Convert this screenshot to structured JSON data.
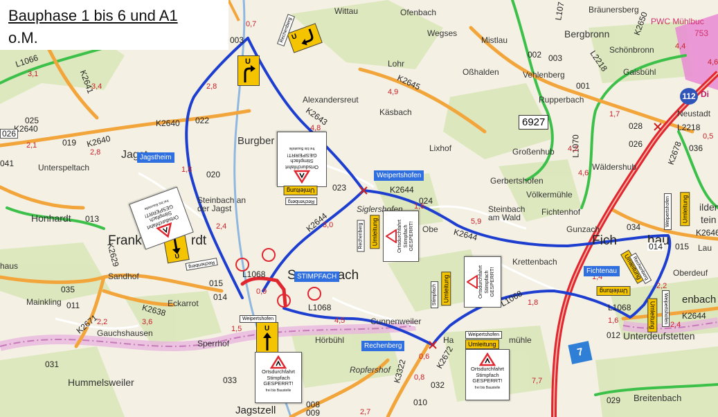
{
  "title": "Bauphase 1 bis 6 und A1",
  "subtitle": "o.M.",
  "colors": {
    "detour_route": "#1d3ecf",
    "closure": "#e0262f",
    "motorway": "#e0262f",
    "main_road": "#f2a53b",
    "green_route": "#3cc04a",
    "forest": "#d9e6b8",
    "background": "#f4f1e4",
    "sign_yellow": "#f5c400",
    "label_box": "#2f6fe0"
  },
  "places": [
    {
      "name": "Wittau"
    },
    {
      "name": "Ofenbach"
    },
    {
      "name": "Wegses"
    },
    {
      "name": "Mistlau"
    },
    {
      "name": "Bräunersberg"
    },
    {
      "name": "Bergbronn"
    },
    {
      "name": "Schönbronn"
    },
    {
      "name": "PWC Mühlbuc"
    },
    {
      "name": "Vehlenberg"
    },
    {
      "name": "Gaisbühl"
    },
    {
      "name": "Rupperbach"
    },
    {
      "name": "Lohr"
    },
    {
      "name": "Oßhalden"
    },
    {
      "name": "Alexandersreut"
    },
    {
      "name": "Käsbach"
    },
    {
      "name": "Neustadt"
    },
    {
      "name": "Burgber"
    },
    {
      "name": "Lixhof"
    },
    {
      "name": "Großenhub"
    },
    {
      "name": "Wäldershub"
    },
    {
      "name": "Jagst"
    },
    {
      "name": "Unterspeltach"
    },
    {
      "name": "Gerbertshofen"
    },
    {
      "name": "Völkermühle"
    },
    {
      "name": "Steinbach an der Jagst"
    },
    {
      "name": "Siglershofen"
    },
    {
      "name": "Honhardt"
    },
    {
      "name": "Steinbach am Wald"
    },
    {
      "name": "Fichtenhof"
    },
    {
      "name": "Gunzach"
    },
    {
      "name": "Frank"
    },
    {
      "name": "rdt"
    },
    {
      "name": "Krettenbach"
    },
    {
      "name": "Fich"
    },
    {
      "name": "hau"
    },
    {
      "name": "Sandhof"
    },
    {
      "name": "S"
    },
    {
      "name": "pach"
    },
    {
      "name": "Mainkling"
    },
    {
      "name": "Eckarrot"
    },
    {
      "name": "Cunnenweiler"
    },
    {
      "name": "Gauchshausen"
    },
    {
      "name": "Sperrhof"
    },
    {
      "name": "Hörbühl"
    },
    {
      "name": "Ha"
    },
    {
      "name": "mühle"
    },
    {
      "name": "Hummelsweiler"
    },
    {
      "name": "Ropfershof"
    },
    {
      "name": "Unterdeufstetten"
    },
    {
      "name": "Breitenbach"
    },
    {
      "name": "Jagstzell"
    },
    {
      "name": "Obe"
    },
    {
      "name": "enbach"
    },
    {
      "name": "Lau"
    },
    {
      "name": "ilden-"
    },
    {
      "name": "tein"
    },
    {
      "name": "Oberdeuf"
    },
    {
      "name": "Di"
    },
    {
      "name": "haus"
    }
  ],
  "roads": [
    "L1066",
    "K2641",
    "K2640",
    "K2640",
    "K2640",
    "L1068",
    "K2644",
    "K2644",
    "K2644",
    "K2643",
    "K2645",
    "K2629",
    "K2671",
    "K2638",
    "L1068",
    "L1068",
    "K3322",
    "K2672",
    "L107",
    "L2218",
    "K2650",
    "L2218",
    "K2678",
    "K2646",
    "L1070",
    "K2644",
    "L1068"
  ],
  "junction_codes": [
    "003",
    "002",
    "003",
    "001",
    "028",
    "026",
    "036",
    "022",
    "025",
    "019",
    "026",
    "020",
    "041",
    "023",
    "024",
    "013",
    "034",
    "014",
    "015",
    "015",
    "014",
    "035",
    "011",
    "031",
    "033",
    "032",
    "008",
    "009",
    "010",
    "012",
    "029"
  ],
  "km_labels": [
    "0,7",
    "3,1",
    "3,4",
    "2,1",
    "2,8",
    "2,8",
    "4,4",
    "4,8",
    "1,8",
    "1,7",
    "4,9",
    "3,0",
    "2,4",
    "1,6",
    "5,9",
    "0,9",
    "0,5",
    "4,5",
    "4,2",
    "2,2",
    "2,4",
    "0,6",
    "0,8",
    "1,5",
    "4,6",
    "4,6",
    "3,6",
    "2,2",
    "7,7",
    "1,4",
    "1,6",
    "1,8",
    "2,7"
  ],
  "box_6927": "6927",
  "badge_112": "112",
  "badge_7": "7",
  "pwc_extra": "753",
  "blue_labels": [
    {
      "text": "Jagstheim"
    },
    {
      "text": "Weipertshofen"
    },
    {
      "text": "STIMPFACH"
    },
    {
      "text": "Fichtenau"
    },
    {
      "text": "Rechenberg"
    }
  ],
  "signs": {
    "closure_text": "Ortsdurchfahrt Stimpfach GESPERRT!",
    "small_text": "frei bis Baustelle",
    "umleitung": "Umleitung",
    "rechenberg": "Rechenberg",
    "weipertshofen": "Weipertshofen",
    "stimpfach": "Stimpfach",
    "detour_symbol": "U"
  }
}
